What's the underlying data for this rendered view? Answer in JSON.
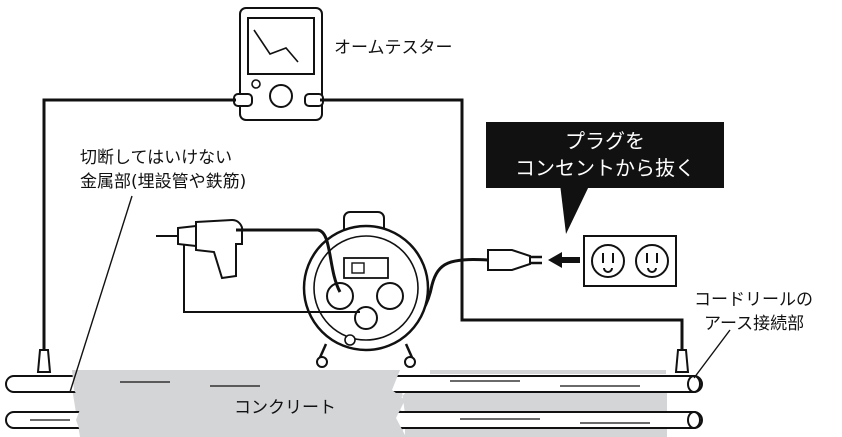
{
  "labels": {
    "ohm_tester": "オームテスター",
    "do_not_cut_line1": "切断してはいけない",
    "do_not_cut_line2": "金属部(埋設管や鉄筋)",
    "callout_line1": "プラグを",
    "callout_line2": "コンセントから抜く",
    "cord_reel_line1": "コードリールの",
    "cord_reel_line2": "アース接続部",
    "concrete": "コンクリート"
  },
  "colors": {
    "line": "#111111",
    "callout_bg": "#111111",
    "concrete": "#d4d5d7",
    "pipe": "#ffffff",
    "background": "#ffffff"
  }
}
